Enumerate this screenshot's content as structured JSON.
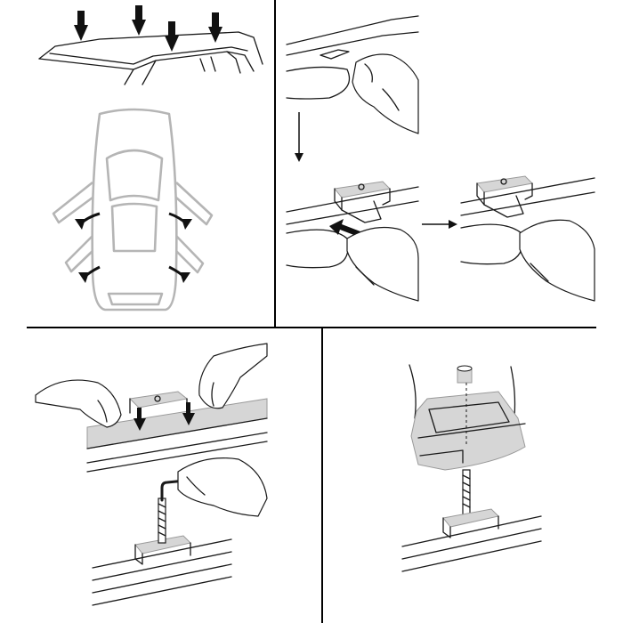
{
  "colors": {
    "line": "#1a1a1a",
    "panel_divider": "#000000",
    "car_outline": "#b5b5b5",
    "hardware_fill": "#d6d6d6",
    "arrow_fill": "#111111",
    "background": "#ffffff"
  },
  "panels": [
    {
      "id": "roof-positions",
      "content": "car-roof-with-4-down-arrows"
    },
    {
      "id": "open-doors",
      "content": "car-top-view-doors-open"
    },
    {
      "id": "clamp-insert",
      "content": "clamp-insert-sequence"
    },
    {
      "id": "clamp-tighten",
      "content": "clamp-placement-and-hex-key"
    },
    {
      "id": "foot-mount",
      "content": "foot-on-bolt-with-nut"
    }
  ],
  "icons": [
    "down-arrow-icon",
    "curved-arrow-icon",
    "right-arrow-icon",
    "hex-key-icon",
    "nut-icon"
  ]
}
